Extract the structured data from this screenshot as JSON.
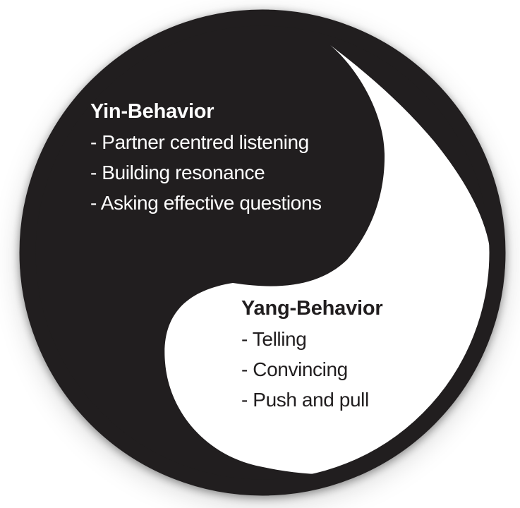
{
  "yin": {
    "heading": "Yin-Behavior",
    "items": [
      "- Partner centred listening",
      "- Building resonance",
      "- Asking effective questions"
    ]
  },
  "yang": {
    "heading": "Yang-Behavior",
    "items": [
      "- Telling",
      "- Convincing",
      "- Push and pull"
    ]
  },
  "colors": {
    "ink": "#211E1F",
    "paper": "#FFFFFF"
  }
}
